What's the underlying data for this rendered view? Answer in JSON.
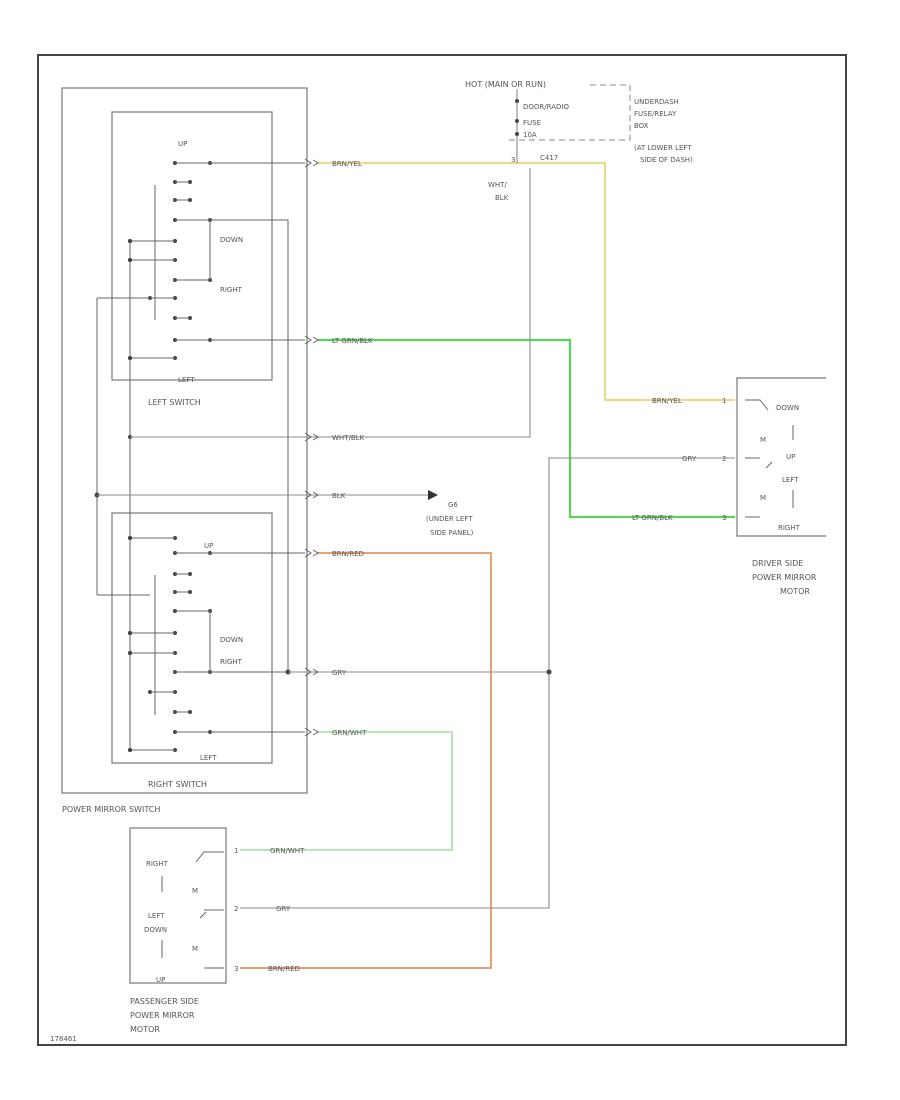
{
  "colors": {
    "yellow_wire": "#e8dc8c",
    "lt_green_wire": "#5cd05c",
    "orange_wire": "#e8a078",
    "green_wire": "#9ce09c",
    "gray_wire": "#8a8a8a"
  },
  "power": {
    "hot_label": "HOT (MAIN OR RUN)",
    "fuse_label_1": "DOOR/RADIO",
    "fuse_label_2": "FUSE",
    "fuse_label_3": "10A",
    "box_label_1": "UNDERDASH",
    "box_label_2": "FUSE/RELAY",
    "box_label_3": "BOX",
    "box_label_4": "(AT LOWER LEFT",
    "box_label_5": "SIDE OF DASH)",
    "pin": "3",
    "lower_pin": "C417",
    "white_black_1": "WHT/",
    "white_black_2": "BLK"
  },
  "switch": {
    "left_switch": "LEFT SWITCH",
    "right_switch": "RIGHT SWITCH",
    "power_mirror_switch": "POWER MIRROR SWITCH",
    "up": "UP",
    "down": "DOWN",
    "right": "RIGHT",
    "left": "LEFT"
  },
  "wires": {
    "brn_yel": "BRN/YEL",
    "lt_grn_blk": "LT GRN/BLK",
    "wht_blk": "WHT/BLK",
    "blk": "BLK",
    "brn_red": "BRN/RED",
    "gry": "GRY",
    "grn_wht": "GRN/WHT"
  },
  "ground": {
    "g1": "G6",
    "g2": "(UNDER LEFT",
    "g3": "SIDE PANEL)"
  },
  "driver": {
    "label_1": "DRIVER SIDE",
    "label_2": "POWER MIRROR",
    "label_3": "MOTOR",
    "wire_brn_yel": "BRN/YEL",
    "wire_gry": "GRY",
    "wire_lt_grn_blk": "LT GRN/BLK",
    "pin_1": "1",
    "pin_2": "2",
    "pin_3": "3",
    "down": "DOWN",
    "up": "UP",
    "left": "LEFT",
    "right": "RIGHT",
    "motor": "M"
  },
  "passenger": {
    "label_1": "PASSENGER SIDE",
    "label_2": "POWER MIRROR",
    "label_3": "MOTOR",
    "wire_grn_wht": "GRN/WHT",
    "wire_gry": "GRY",
    "wire_brn_red": "BRN/RED",
    "pin_1": "1",
    "pin_2": "2",
    "pin_3": "3",
    "right": "RIGHT",
    "left": "LEFT",
    "down": "DOWN",
    "up": "UP",
    "motor": "M"
  },
  "footer_code": "178461"
}
